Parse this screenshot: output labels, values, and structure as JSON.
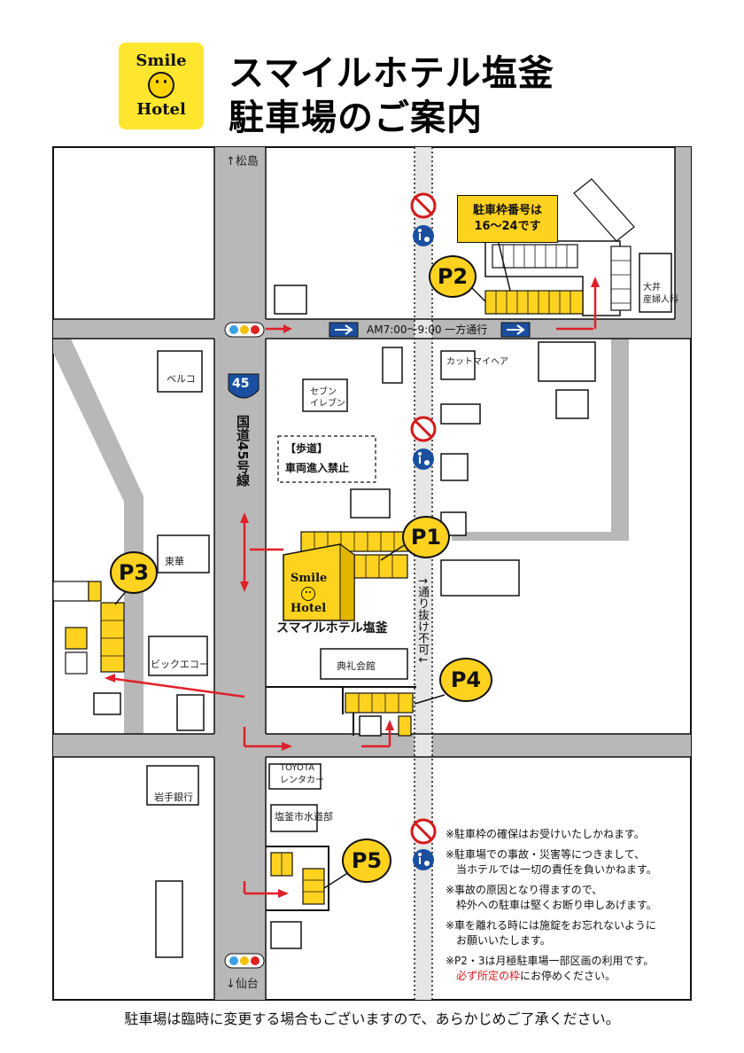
{
  "header": {
    "logo": {
      "line1": "Smile",
      "line2": "Hotel"
    },
    "title_line1": "スマイルホテル塩釜",
    "title_line2": "駐車場のご案内"
  },
  "roads": {
    "north": "↑松島",
    "south": "↓仙台",
    "route_number": "45",
    "route_name": "国道45号線",
    "one_way": "AM7:00～9:00 一方通行",
    "no_through": "↑通り抜け不可↓",
    "sidewalk_line1": "【歩道】",
    "sidewalk_line2": "車両進入禁止"
  },
  "buildings": {
    "seven_eleven": "セブン\nイレブン",
    "cut_my_hair": "カットマイヘア",
    "ooi": "大井\n産婦人科",
    "belco": "ベルコ",
    "touka": "東華",
    "big_echo": "ビックエコー",
    "tenrei": "典礼会館",
    "toyota_line1": "TOYOTA",
    "toyota_line2": "レンタカー",
    "iwate_bank": "岩手銀行",
    "suidobu": "塩釜市水道部"
  },
  "hotel": {
    "name": "スマイルホテル塩釜",
    "logo1": "Smile",
    "logo2": "Hotel"
  },
  "parking": {
    "p1": "P1",
    "p2": "P2",
    "p3": "P3",
    "p4": "P4",
    "p5": "P5",
    "p2_note": "駐車枠番号は\n16～24です"
  },
  "notes": [
    "※駐車枠の確保はお受けいたしかねます。",
    "※駐車場での事故・災害等につきまして、",
    "　当ホテルでは一切の責任を負いかねます。",
    "※事故の原因となり得ますので、",
    "　枠外への駐車は堅くお断り申しあげます。",
    "※車を離れる時には施錠をお忘れないように",
    "　お願いいたします。",
    "※P2・3は月極駐車場一部区画の利用です。"
  ],
  "notes_last_red": "必ず所定の枠",
  "notes_last_black": "にお停めください。",
  "footer": "駐車場は臨時に変更する場合もございますので、あらかじめご了承ください。",
  "colors": {
    "road": "#b8b8b8",
    "parking": "#ffd21f",
    "arrow": "#e0202a",
    "sign_blue": "#1a4fa0",
    "logo_bg": "#ffe62e"
  }
}
